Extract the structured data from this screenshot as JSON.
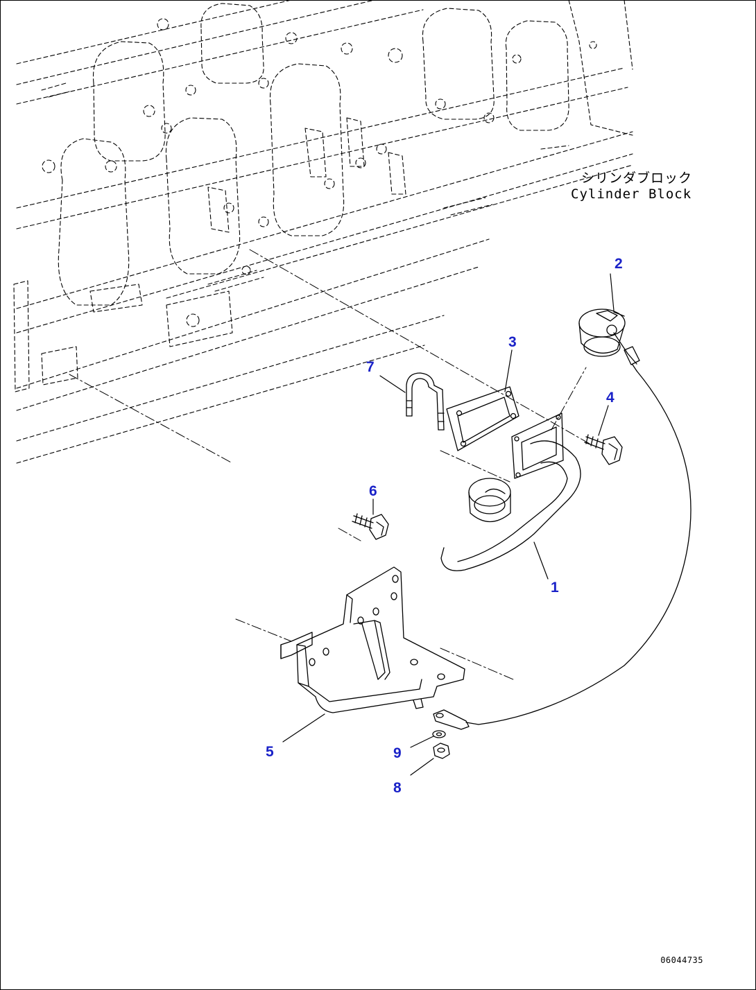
{
  "block_label": {
    "japanese": "シリンダブロック",
    "english": "Cylinder Block"
  },
  "callouts": [
    {
      "id": "part-1",
      "label": "1"
    },
    {
      "id": "part-2",
      "label": "2"
    },
    {
      "id": "part-3",
      "label": "3"
    },
    {
      "id": "part-4",
      "label": "4"
    },
    {
      "id": "part-5",
      "label": "5"
    },
    {
      "id": "part-6",
      "label": "6"
    },
    {
      "id": "part-7",
      "label": "7"
    },
    {
      "id": "part-8",
      "label": "8"
    },
    {
      "id": "part-9",
      "label": "9"
    }
  ],
  "figure_number": "06044735",
  "colors": {
    "callout": "#1a22c8",
    "line": "#000000"
  }
}
